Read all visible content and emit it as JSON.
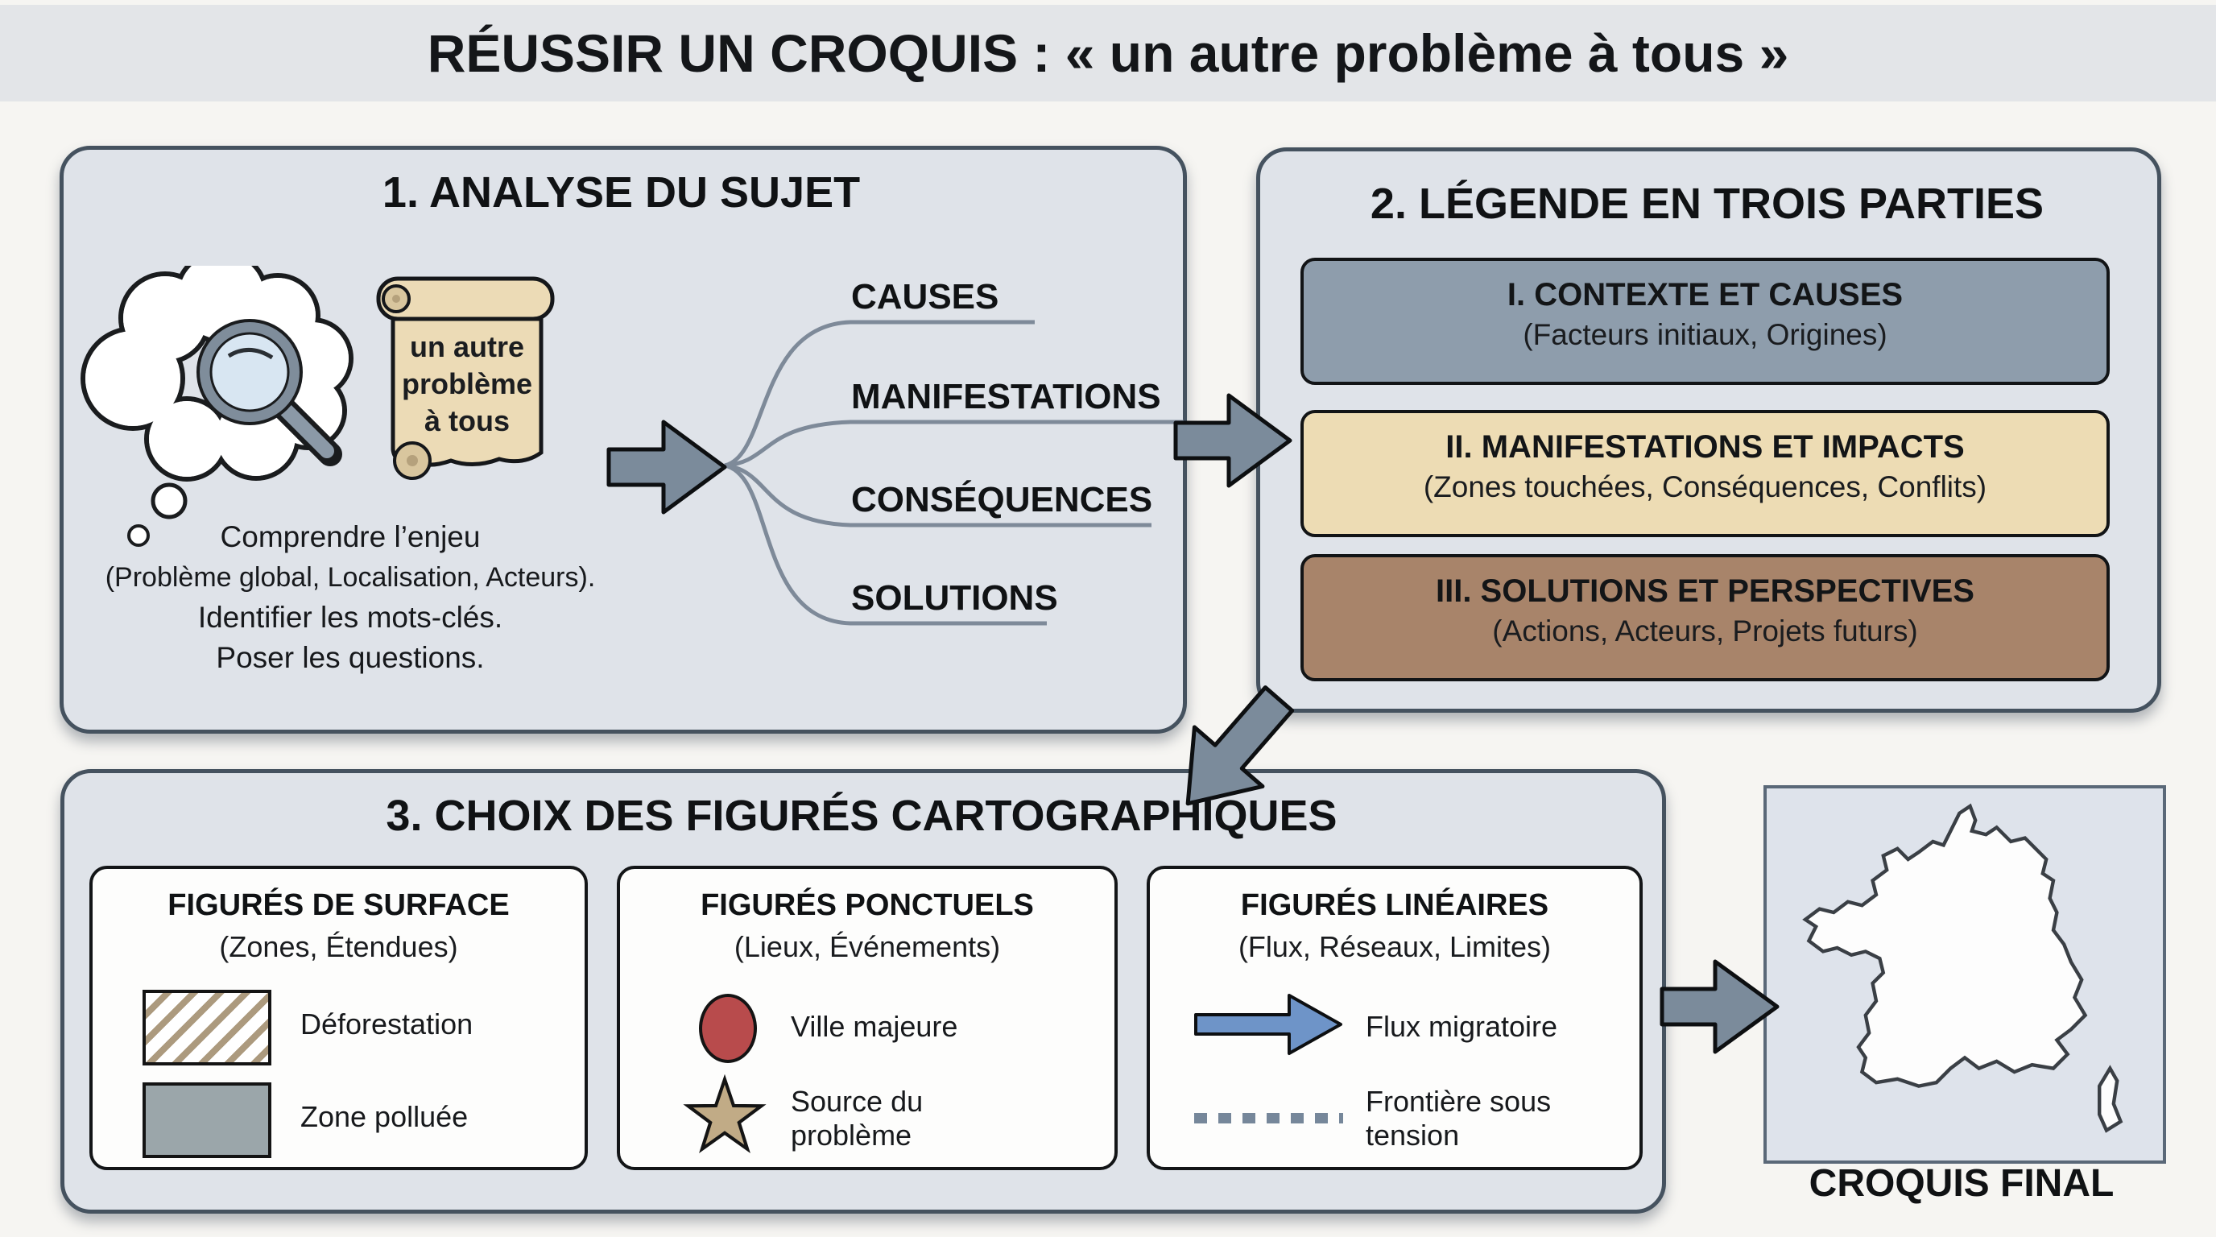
{
  "title": "RÉUSSIR UN CROQUIS : « un autre problème à tous »",
  "panel1": {
    "heading": "1. ANALYSE DU SUJET",
    "scroll_lines": [
      "un autre",
      "problème",
      "à tous"
    ],
    "notes": [
      "Comprendre l’enjeu",
      "(Problème global, Localisation, Acteurs).",
      "Identifier les mots-clés.",
      "Poser les questions."
    ],
    "branches": [
      "CAUSES",
      "MANIFESTATIONS",
      "CONSÉQUENCES",
      "SOLUTIONS"
    ]
  },
  "panel2": {
    "heading": "2. LÉGENDE EN TROIS PARTIES",
    "sections": [
      {
        "title": "I. CONTEXTE ET CAUSES",
        "subtitle": "(Facteurs initiaux, Origines)",
        "color": "#8e9dac"
      },
      {
        "title": "II. MANIFESTATIONS ET IMPACTS",
        "subtitle": "(Zones touchées, Conséquences, Conflits)",
        "color": "#eddcb4"
      },
      {
        "title": "III. SOLUTIONS ET PERSPECTIVES",
        "subtitle": "(Actions, Acteurs, Projets futurs)",
        "color": "#a8846a"
      }
    ]
  },
  "panel3": {
    "heading": "3. CHOIX DES FIGURÉS CARTOGRAPHIQUES",
    "groups": [
      {
        "title": "FIGURÉS DE SURFACE",
        "subtitle": "(Zones, Étendues)",
        "items": [
          {
            "symbol": "hatched-area",
            "label": "Déforestation"
          },
          {
            "symbol": "solid-area",
            "label": "Zone polluée"
          }
        ]
      },
      {
        "title": "FIGURÉS PONCTUELS",
        "subtitle": "(Lieux, Événements)",
        "items": [
          {
            "symbol": "red-circle",
            "label": "Ville majeure"
          },
          {
            "symbol": "star",
            "label": "Source du problème"
          }
        ]
      },
      {
        "title": "FIGURÉS LINÉAIRES",
        "subtitle": "(Flux, Réseaux, Limites)",
        "items": [
          {
            "symbol": "blue-arrow",
            "label": "Flux migratoire"
          },
          {
            "symbol": "dotted-line",
            "label": "Frontière sous tension"
          }
        ]
      }
    ]
  },
  "map": {
    "caption": "CROQUIS FINAL"
  },
  "colors": {
    "panel_fill": "#dfe3e9",
    "panel_border": "#45525f",
    "flow_arrow": "#7b8b9b",
    "parchment": "#ecdbb6",
    "city_red": "#b84b4c",
    "star_tan": "#c1ab86",
    "flux_blue": "#6e94c8",
    "hatch_tan": "#ac9a7e",
    "polluted_gray": "#9ba6aa",
    "dotted_gray": "#76879a"
  }
}
